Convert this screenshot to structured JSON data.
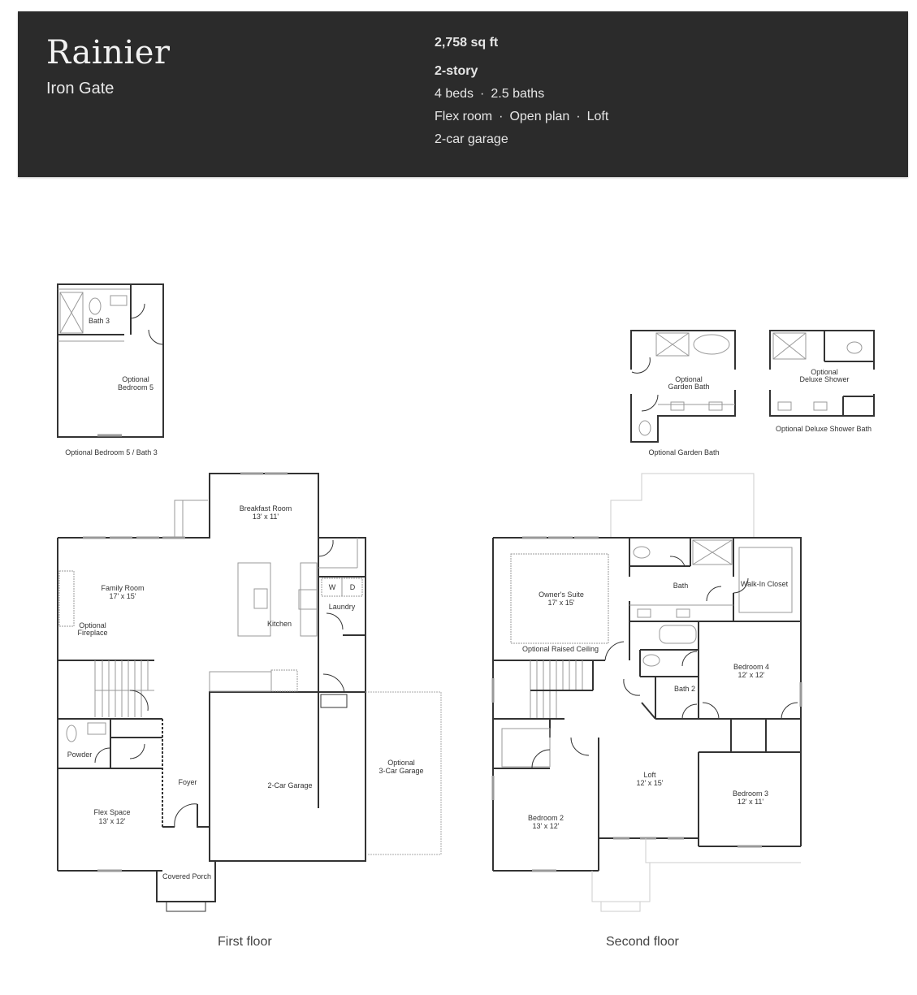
{
  "header": {
    "plan_name": "Rainier",
    "community": "Iron Gate",
    "sq_ft": "2,758 sq ft",
    "stories": "2-story",
    "beds": "4 beds",
    "baths": "2.5 baths",
    "features": [
      "Flex room",
      "Open plan",
      "Loft"
    ],
    "garage": "2-car garage",
    "separator": "·",
    "background_color": "#2b2b2b"
  },
  "options": {
    "bedroom5": {
      "caption": "Optional Bedroom 5 / Bath 3",
      "rooms": {
        "bath3": "Bath 3",
        "bedroom5_line1": "Optional",
        "bedroom5_line2": "Bedroom 5"
      }
    },
    "garden_bath": {
      "caption": "Optional Garden Bath",
      "label_line1": "Optional",
      "label_line2": "Garden Bath"
    },
    "deluxe_shower": {
      "caption": "Optional Deluxe Shower Bath",
      "label_line1": "Optional",
      "label_line2": "Deluxe Shower"
    }
  },
  "first_floor": {
    "label": "First floor",
    "rooms": {
      "breakfast": {
        "name": "Breakfast Room",
        "size": "13' x 11'"
      },
      "family": {
        "name": "Family Room",
        "size": "17' x 15'"
      },
      "fireplace_line1": "Optional",
      "fireplace_line2": "Fireplace",
      "kitchen": "Kitchen",
      "laundry": "Laundry",
      "washer": "W",
      "dryer": "D",
      "powder": "Powder",
      "foyer": "Foyer",
      "flex": {
        "name": "Flex Space",
        "size": "13' x 12'"
      },
      "garage": "2-Car Garage",
      "opt_garage_line1": "Optional",
      "opt_garage_line2": "3-Car Garage",
      "porch": "Covered Porch"
    }
  },
  "second_floor": {
    "label": "Second floor",
    "rooms": {
      "owners": {
        "name": "Owner's Suite",
        "size": "17' x 15'"
      },
      "raised_ceiling": "Optional Raised Ceiling",
      "bath": "Bath",
      "closet": "Walk-In Closet",
      "bath2": "Bath 2",
      "bedroom4": {
        "name": "Bedroom 4",
        "size": "12' x 12'"
      },
      "loft": {
        "name": "Loft",
        "size": "12' x 15'"
      },
      "bedroom2": {
        "name": "Bedroom 2",
        "size": "13' x 12'"
      },
      "bedroom3": {
        "name": "Bedroom 3",
        "size": "12' x 11'"
      }
    }
  }
}
